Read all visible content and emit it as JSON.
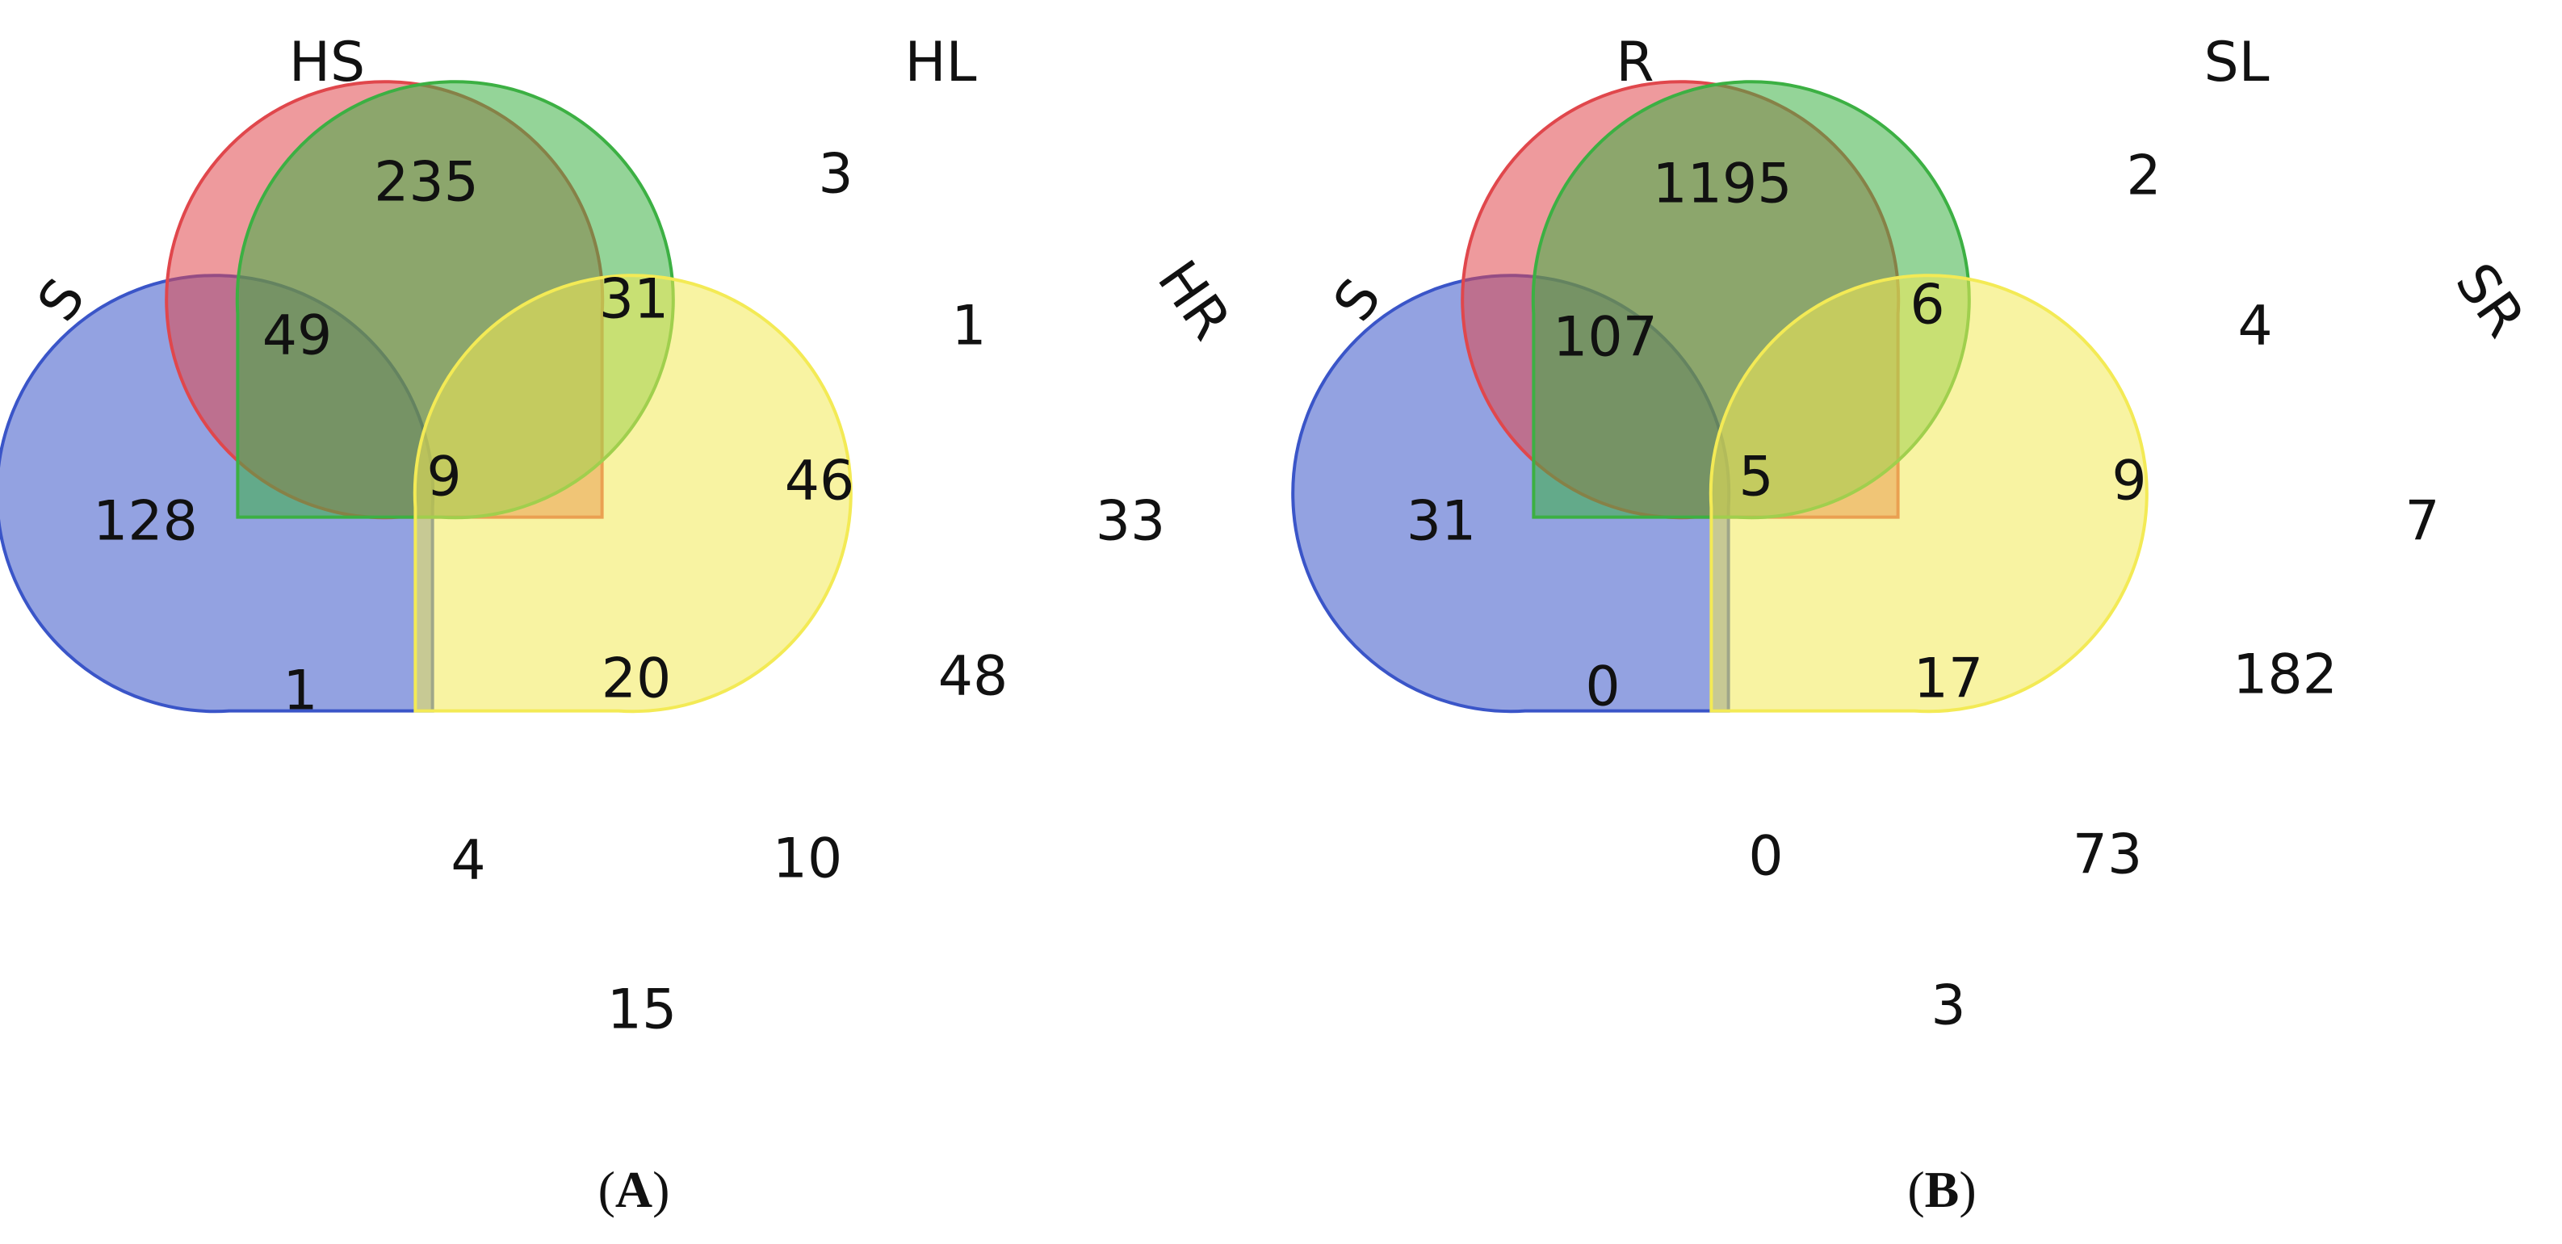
{
  "colors": {
    "set1": "#3a55c8",
    "set2": "#e0474c",
    "set3": "#3cb043",
    "set4": "#f3ea55"
  },
  "panels": [
    {
      "label_letter": "A",
      "sets": {
        "set1": "S",
        "set2": "HS",
        "set3": "HL",
        "set4": "HR"
      },
      "counts": {
        "only1": "128",
        "only2": "235",
        "only3": "3",
        "only4": "33",
        "s12": "49",
        "s23": "31",
        "s34": "1",
        "s123": "9",
        "s234": "46",
        "s13": "1",
        "s24": "48",
        "s1234": "20",
        "s134": "4",
        "s124": "10",
        "s14": "15"
      }
    },
    {
      "label_letter": "B",
      "sets": {
        "set1": "S",
        "set2": "R",
        "set3": "SL",
        "set4": "SR"
      },
      "counts": {
        "only1": "31",
        "only2": "1195",
        "only3": "2",
        "only4": "7",
        "s12": "107",
        "s23": "6",
        "s34": "4",
        "s123": "5",
        "s234": "9",
        "s13": "0",
        "s24": "182",
        "s1234": "17",
        "s134": "0",
        "s124": "73",
        "s14": "3"
      }
    }
  ]
}
